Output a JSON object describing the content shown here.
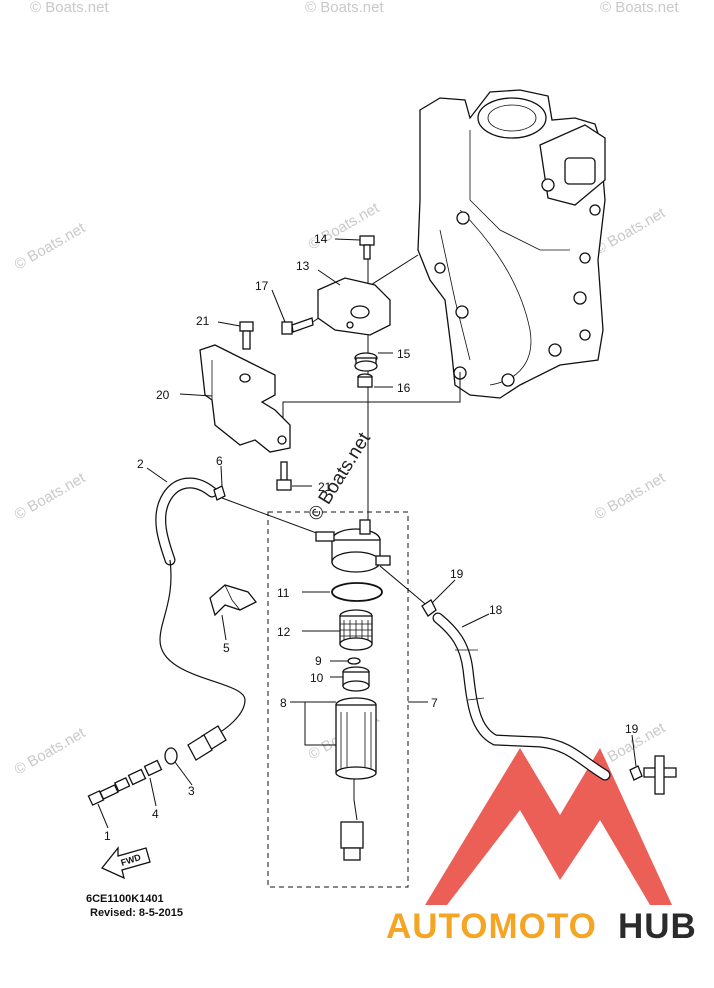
{
  "watermark": {
    "text": "© Boats.net",
    "main_text": "© Boats.net"
  },
  "diagram_code": "6CE1100K1401",
  "revised": "Revised: 8-5-2015",
  "fwd_label": "FWD",
  "brand": {
    "part1": "AUTOMOTO",
    "part2": "HUB",
    "color1": "#f5a524",
    "color2": "#2b2b2b",
    "logo_color": "#e8433a"
  },
  "callouts": {
    "c1": "1",
    "c2": "2",
    "c3": "3",
    "c4": "4",
    "c5": "5",
    "c6": "6",
    "c7": "7",
    "c8": "8",
    "c9": "9",
    "c10": "10",
    "c11": "11",
    "c12": "12",
    "c13": "13",
    "c14": "14",
    "c15": "15",
    "c16": "16",
    "c17": "17",
    "c18": "18",
    "c19a": "19",
    "c19b": "19",
    "c20": "20",
    "c21a": "21",
    "c21b": "21"
  }
}
